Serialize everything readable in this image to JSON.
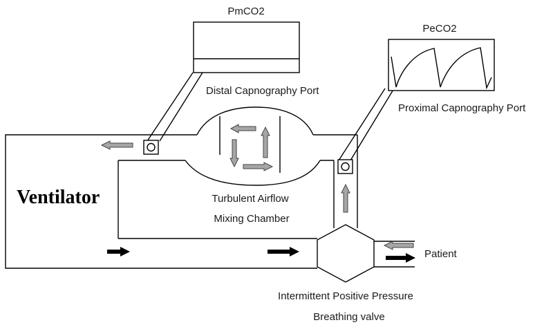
{
  "labels": {
    "ventilator": "Ventilator",
    "pmco2": "PmCO2",
    "peco2": "PeCO2",
    "distal_port": "Distal Capnography Port",
    "proximal_port": "Proximal Capnography Port",
    "chamber_line1": "Turbulent Airflow",
    "chamber_line2": "Mixing Chamber",
    "patient": "Patient",
    "valve_line1": "Intermittent Positive Pressure",
    "valve_line2": "Breathing valve"
  },
  "colors": {
    "line": "#000000",
    "arrow_gray": "#a6a6a6",
    "arrow_black": "#000000"
  }
}
